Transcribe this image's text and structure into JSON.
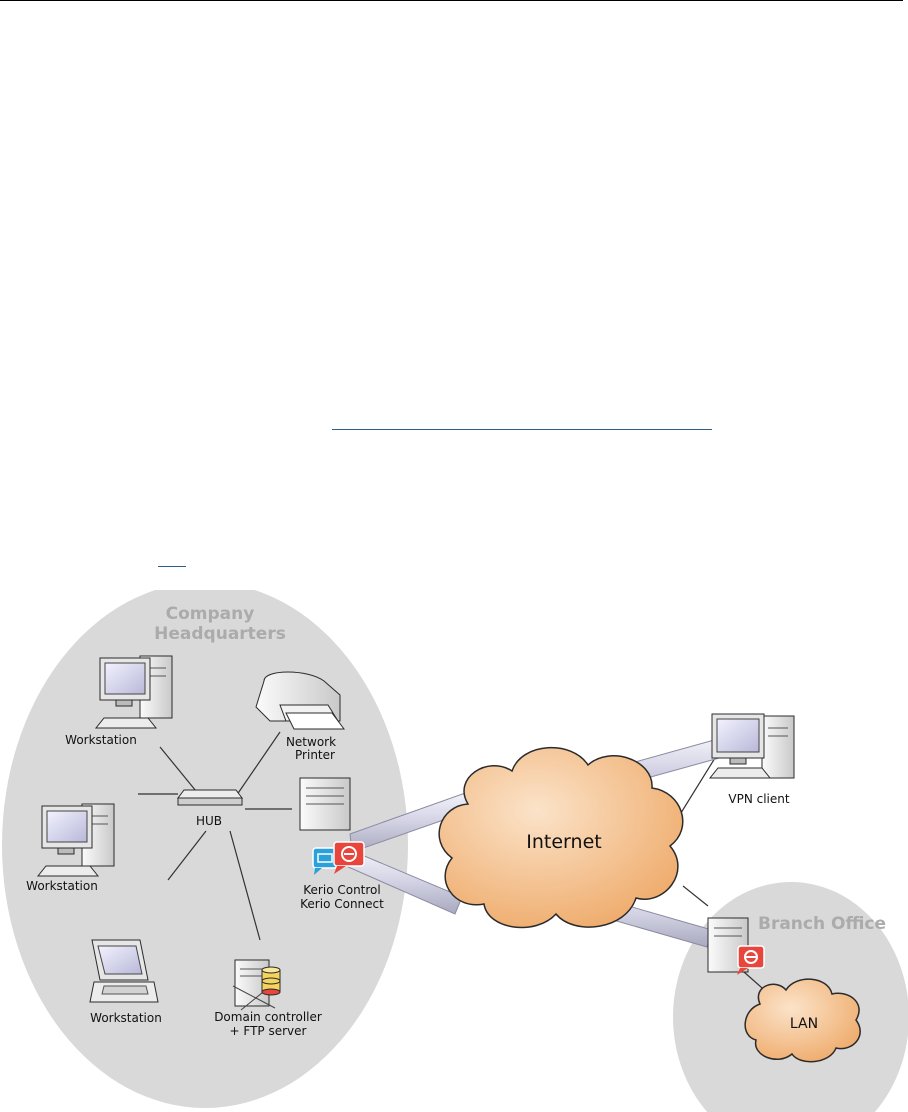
{
  "diagram": {
    "regions": {
      "headquarters": [
        "Company",
        "Headquarters"
      ],
      "branch": "Branch Office"
    },
    "labels": {
      "workstation_top": "Workstation",
      "workstation_mid": "Workstation",
      "workstation_bottom": "Workstation",
      "printer": [
        "Network",
        "Printer"
      ],
      "hub": "HUB",
      "kerio": [
        "Kerio Control",
        "Kerio Connect"
      ],
      "domain": [
        "Domain controller",
        "+ FTP server"
      ],
      "internet": "Internet",
      "vpn": "VPN client",
      "lan": "LAN"
    },
    "colors": {
      "region_fill": "#d9d9d9",
      "cloud_fill": "#f6c99c",
      "tube_fill": "#d6d6e6",
      "kerio_badge": "#e8453c",
      "connect_badge": "#2aa0dc"
    }
  }
}
